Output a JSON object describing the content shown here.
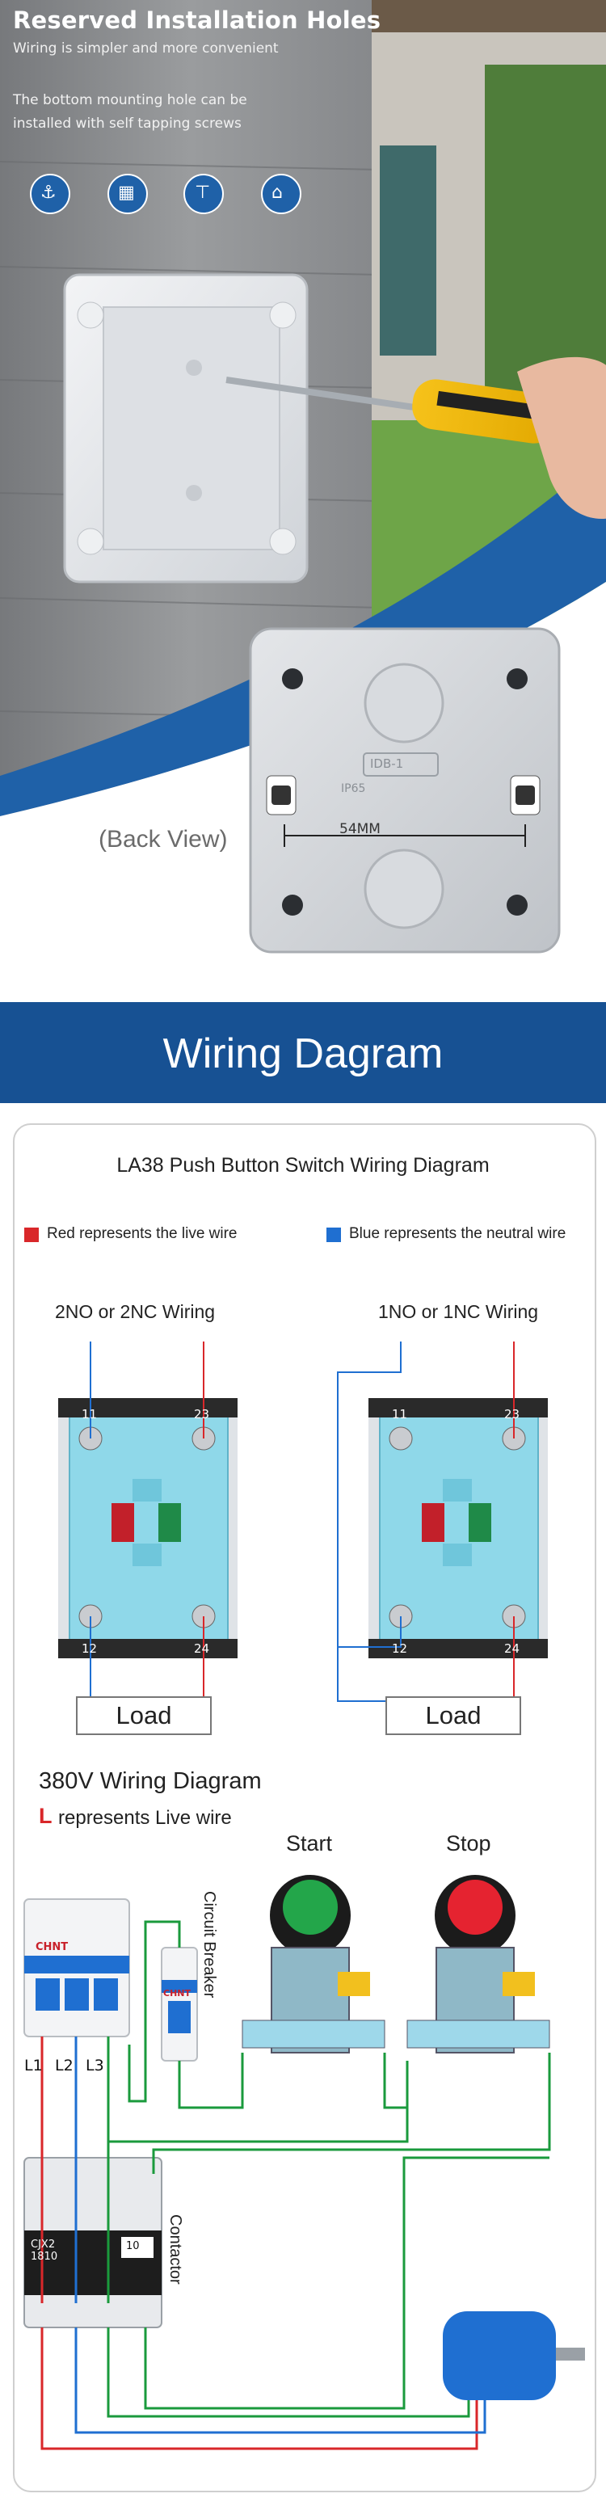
{
  "header": {
    "title": "Reserved Installation Holes",
    "subtitle": "Wiring is simpler and more convenient",
    "note": "The bottom mounting hole can be installed with self tapping screws",
    "icons": [
      "anchor-icon",
      "factory-icon",
      "crane-icon",
      "plant-icon"
    ]
  },
  "back_view": {
    "caption": "(Back View)",
    "dimension": "54MM",
    "plate_marks": [
      "IDB-1",
      "IP65"
    ]
  },
  "banner": {
    "title": "Wiring Dagram"
  },
  "wiring": {
    "title": "LA38 Push Button Switch Wiring Diagram",
    "legend_red": "Red represents the live wire",
    "legend_blue": "Blue represents the neutral wire",
    "colors": {
      "red": "#d9272a",
      "blue": "#1f6fd1",
      "green": "#1a9a3c",
      "banner": "#175193"
    },
    "left_label": "2NO or 2NC Wiring",
    "right_label": "1NO or 1NC Wiring",
    "terminal_top": [
      "11",
      "23"
    ],
    "terminal_bottom": [
      "12",
      "24"
    ],
    "load": "Load"
  },
  "v380": {
    "title": "380V Wiring Diagram",
    "live_letter": "L",
    "live_text": "represents Live wire",
    "start": "Start",
    "stop": "Stop",
    "breaker": "Circuit Breaker",
    "contactor": "Contactor",
    "lines": [
      "L1",
      "L2",
      "L3"
    ],
    "breaker_brand": "CHNT",
    "contactor_model": "CJX2 1810",
    "contactor_num": "10"
  }
}
